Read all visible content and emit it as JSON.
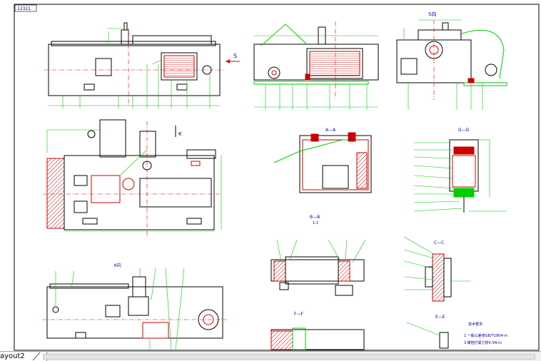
{
  "layout_tab": {
    "label": "ayout2"
  },
  "title_block": {
    "note": "12321"
  },
  "views": {
    "section_s_label": "S向",
    "section_k_label": "K向",
    "arrow_s": "S",
    "arrow_k": "K",
    "section_aa": "A—A",
    "section_bb": "B—B",
    "section_dd": "D—D",
    "section_cc": "C—C",
    "section_ff": "F—F",
    "section_ee": "E—E",
    "scale": "1:1"
  },
  "notes": {
    "tech_title": "技术要求",
    "tech_line": "1.一般公差按GB/T1804-m",
    "tech_line2": "3.螺栓拧紧力矩0.5N·m"
  },
  "colors": {
    "line": "#000000",
    "leader": "#00cc00",
    "center": "#e00000",
    "hatch": "#cc0000",
    "section": "#000080",
    "frame": "#000000"
  }
}
